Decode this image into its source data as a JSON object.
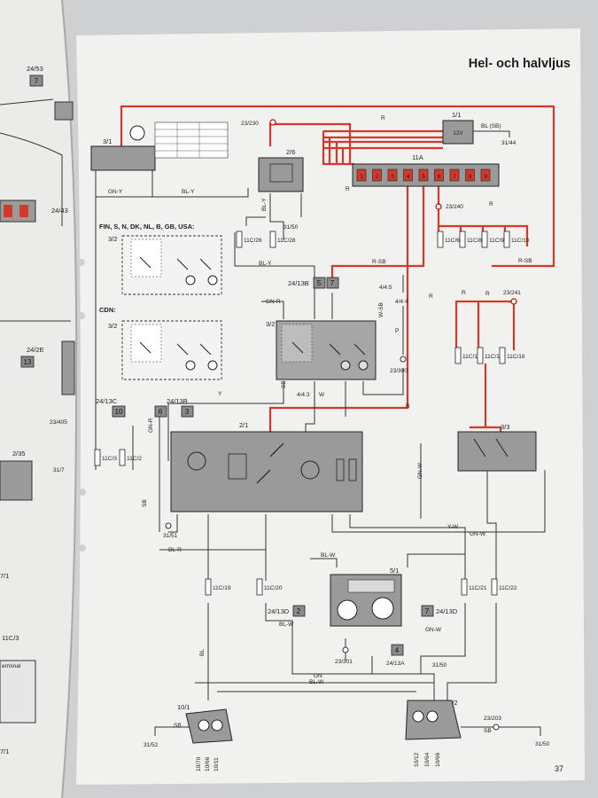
{
  "page": {
    "title": "Hel- och halvljus",
    "page_number": "37"
  },
  "left_page": {
    "labels": [
      "24/53",
      "7",
      "24/43",
      "24/2E",
      "13",
      "23/405",
      "31/7",
      "2/35",
      "7/1",
      "11C/3",
      "7/1",
      "erminal"
    ]
  },
  "components": {
    "ignition": "3/1",
    "relay_2_6": "2/6",
    "fusebox": "11A",
    "fuse_numbers": [
      "1",
      "2",
      "3",
      "4",
      "5",
      "6",
      "7",
      "8",
      "9"
    ],
    "battery_ref": "1/1",
    "battery_label": "12V",
    "battery_wire": "BL (SB)",
    "ground_31_44": "31/44",
    "splice_23_230": "23/230",
    "splice_23_240": "23/240",
    "splice_23_241": "23/241",
    "ground_31_50_top": "31/50",
    "switch_3_2_a": "3/2",
    "switch_3_2_b": "3/2",
    "switch_3_2_c": "3/2",
    "market_fin": "FIN, S, N, DK, NL, B, GB, USA:",
    "market_cdn": "CDN:",
    "conn_24_13b_top": "24/13B",
    "conn_24_13b_tag5": "5",
    "conn_24_13b_tag7": "7",
    "conn_24_13b_mid": "24/13B",
    "tag_6": "6",
    "tag_3": "3",
    "conn_24_13c": "24/13C",
    "tag_10": "10",
    "relay_module": "2/1",
    "dimmer_3_3": "3/3",
    "switch_5_1": "5/1",
    "conn_24_13d_left": "24/13D",
    "tag_2": "2",
    "conn_24_13d_right": "24/13D",
    "tag_7b": "7",
    "splice_23_301": "23/301",
    "conn_24_13a": "24/13A",
    "tag_4": "4",
    "ground_31_50_bottom": "31/50",
    "ground_31_51": "31/51",
    "ground_31_52": "31/52",
    "ground_31_50_right": "31/50",
    "splice_23_203": "23/203",
    "lamp_left": "10/1",
    "lamp_right": "10/2",
    "lamp_left_refs": [
      "10/70",
      "10/66",
      "10/11"
    ],
    "lamp_right_refs": [
      "10/12",
      "10/64",
      "10/66"
    ],
    "splice_23_300": "23/300",
    "ref_4_4_5": "4/4:5",
    "ref_4_4_4": "4/4:4",
    "ref_4_4_3": "4/4:3"
  },
  "connectors": {
    "top_right": [
      "11C/6",
      "11C/8",
      "11C/9",
      "11C/10"
    ],
    "mid_right": [
      "11C/12",
      "11C/13",
      "11C/16"
    ],
    "mid_left": [
      "11C/26",
      "11C/28"
    ],
    "left": [
      "11C/3",
      "11C/2"
    ],
    "bottom_left": [
      "11C/19",
      "11C/20"
    ],
    "bottom_right": [
      "11C/21",
      "11C/22"
    ]
  },
  "wire_colors": [
    "GN-Y",
    "BL-Y",
    "BL-Y",
    "R",
    "R",
    "R-SB",
    "R-SB",
    "BL-Y",
    "GN-R",
    "R",
    "R",
    "Y",
    "W",
    "SB",
    "BL-R",
    "BL-W",
    "BL-W",
    "GN-W",
    "Y-W",
    "GN-W",
    "SB",
    "BL",
    "GN",
    "BL-W",
    "SB",
    "SB",
    "GN-R",
    "GN-W",
    "W-SB",
    "P",
    "R",
    "R",
    "R"
  ],
  "colors": {
    "paper": "#f1f1f0",
    "wire_red": "#d0392b",
    "component_gray": "#9a9a9a",
    "background": "#cfd0d2"
  }
}
